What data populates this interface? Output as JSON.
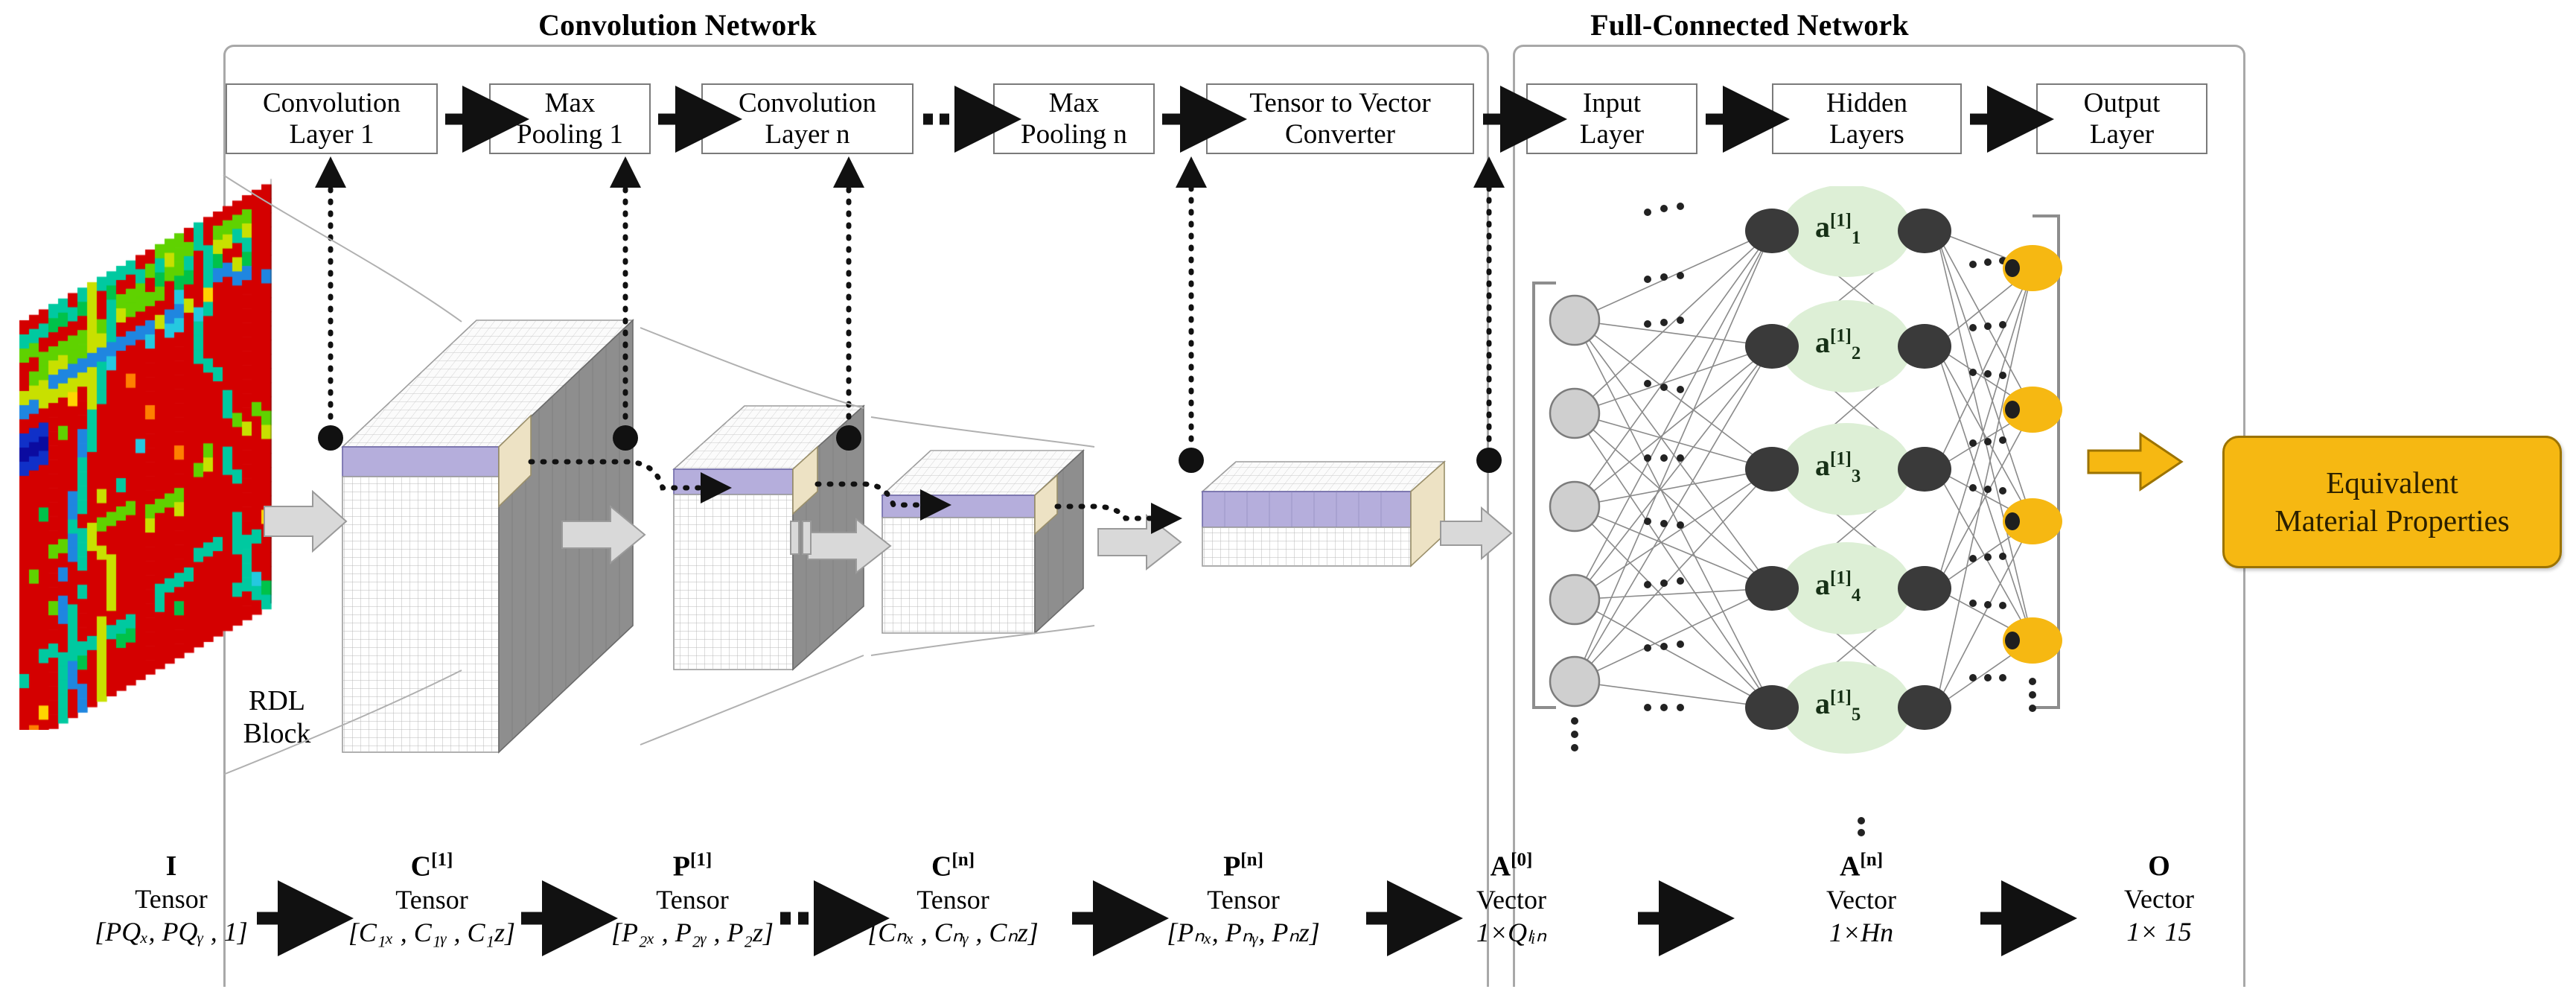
{
  "groups": [
    {
      "title": "Convolution Network"
    },
    {
      "title": "Full-Connected Network"
    }
  ],
  "pipeline_boxes": [
    {
      "line1": "Convolution",
      "line2": "Layer 1"
    },
    {
      "line1": "Max",
      "line2": "Pooling 1"
    },
    {
      "line1": "Convolution",
      "line2": "Layer n"
    },
    {
      "line1": "Max",
      "line2": "Pooling n"
    },
    {
      "line1": "Tensor to Vector",
      "line2": "Converter"
    },
    {
      "line1": "Input",
      "line2": "Layer"
    },
    {
      "line1": "Hidden",
      "line2": "Layers"
    },
    {
      "line1": "Output",
      "line2": "Layer"
    }
  ],
  "rdl": {
    "caption_line1": "RDL",
    "caption_line2": "Block"
  },
  "bottom_labels": [
    {
      "symbol": "I",
      "sup": "",
      "kind": "Tensor",
      "dims": "[PQₓ, PQᵧ , 1]"
    },
    {
      "symbol": "C",
      "sup": "[1]",
      "kind": "Tensor",
      "dims": "[C₁ₓ , C₁ᵧ , C₁z]"
    },
    {
      "symbol": "P",
      "sup": "[1]",
      "kind": "Tensor",
      "dims": "[P₂ₓ , P₂ᵧ , P₂z]"
    },
    {
      "symbol": "C",
      "sup": "[n]",
      "kind": "Tensor",
      "dims": "[Cₙₓ , Cₙᵧ , Cₙz]"
    },
    {
      "symbol": "P",
      "sup": "[n]",
      "kind": "Tensor",
      "dims": "[Pₙₓ, Pₙᵧ, Pₙz]"
    },
    {
      "symbol": "A",
      "sup": "[0]",
      "kind": "Vector",
      "dims": "1×Qₗᵢₙ"
    },
    {
      "symbol": "A",
      "sup": "[n]",
      "kind": "Vector",
      "dims": "1×Hn"
    },
    {
      "symbol": "O",
      "sup": "",
      "kind": "Vector",
      "dims": "1× 15"
    }
  ],
  "bottom_arrow_kinds": [
    "solid",
    "solid",
    "dashed",
    "solid",
    "solid",
    "solid",
    "solid"
  ],
  "hidden_nodes": [
    {
      "label": "a",
      "sup": "[1]",
      "sub": "1"
    },
    {
      "label": "a",
      "sup": "[1]",
      "sub": "2"
    },
    {
      "label": "a",
      "sup": "[1]",
      "sub": "3"
    },
    {
      "label": "a",
      "sup": "[1]",
      "sub": "4"
    },
    {
      "label": "a",
      "sup": "[1]",
      "sub": "5"
    }
  ],
  "result": {
    "line1": "Equivalent",
    "line2": "Material Properties"
  },
  "colors": {
    "accent_yellow": "#F6B812",
    "node_green": "#DDEFD6",
    "node_dark": "#3A3A3A",
    "node_gray": "#CFCFCF",
    "tensor_purple": "#B5AEDC",
    "tensor_side_gray": "#8E8E8E",
    "tensor_face_tan": "#EDE2C4",
    "box_border": "#7A7A7A",
    "group_border": "#A8A8A8",
    "gray_arrow": "#D9D9D9"
  },
  "chart_data": {
    "type": "diagram",
    "title": "CNN + Fully-Connected Network pipeline for predicting equivalent material properties",
    "stages": [
      "RDL Block image",
      "Convolution Layer 1",
      "Max Pooling 1",
      "Convolution Layer n",
      "Max Pooling n",
      "Tensor to Vector Converter",
      "Input Layer",
      "Hidden Layers",
      "Output Layer",
      "Equivalent Material Properties"
    ],
    "fc_layer_node_counts": {
      "input_visible": 5,
      "hidden1_visible": 5,
      "hidden_n_visible": 5,
      "output_visible": 4
    },
    "output_vector_length": 15
  }
}
